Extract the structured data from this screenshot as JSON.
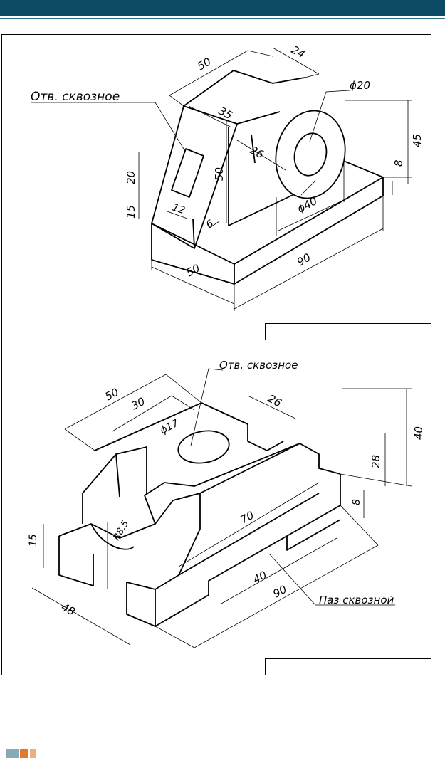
{
  "top_drawing": {
    "labels": {
      "hole_note": "Отв. сквозное"
    },
    "dims": [
      "50",
      "24",
      "35",
      "ϕ20",
      "26",
      "45",
      "8",
      "20",
      "50",
      "15",
      "12",
      "6",
      "ϕ40",
      "90",
      "50"
    ]
  },
  "bottom_drawing": {
    "labels": {
      "hole_note": "Отв. сквозное",
      "slot_note": "Паз сквозной"
    },
    "dims": [
      "50",
      "30",
      "26",
      "ϕ17",
      "40",
      "28",
      "8",
      "70",
      "15",
      "R8,5",
      "40",
      "90",
      "48"
    ]
  },
  "colors": {
    "header": "#0d4a63",
    "accent": "#e07a2a"
  },
  "icons": [
    "logo-icon"
  ]
}
